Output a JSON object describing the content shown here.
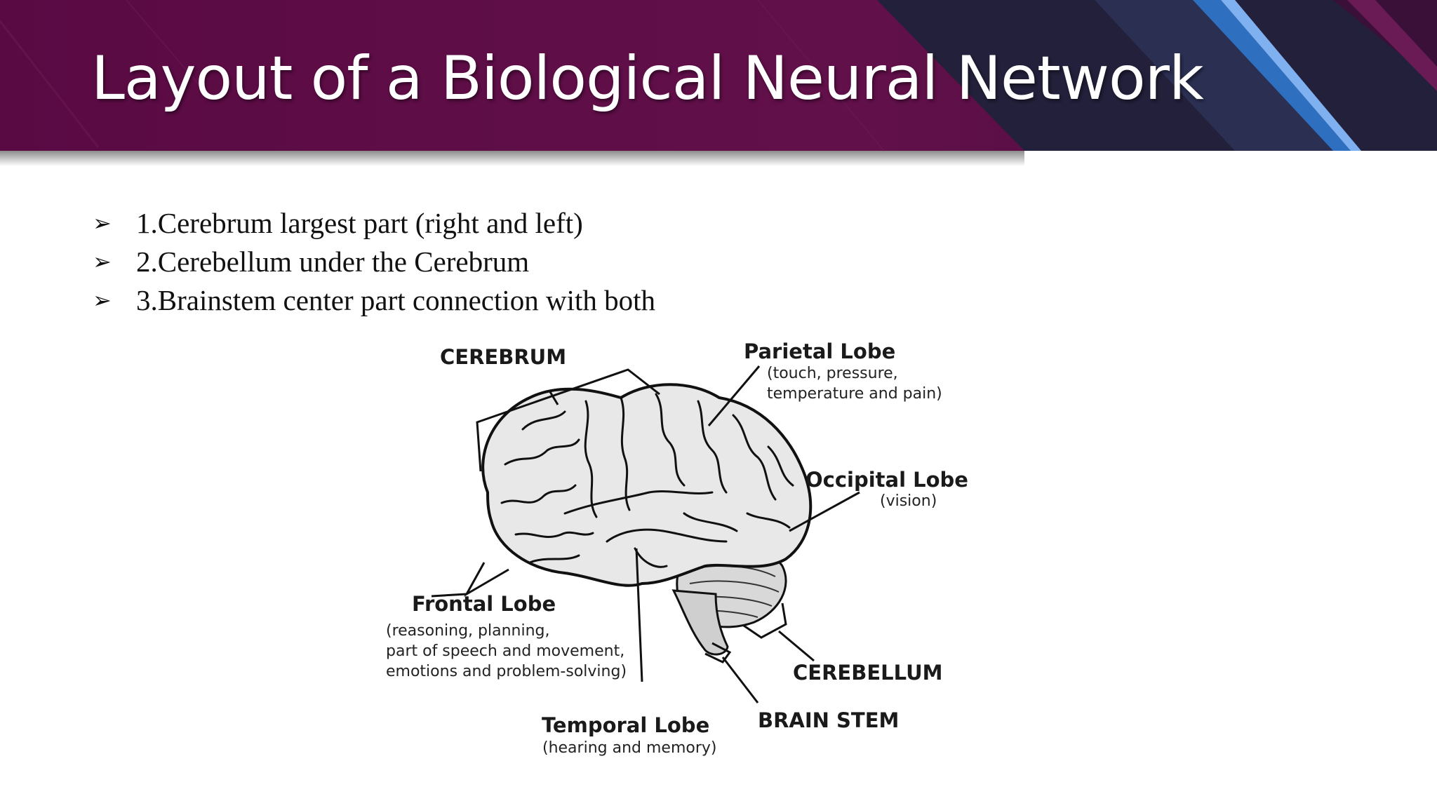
{
  "slide": {
    "title": "Layout of a Biological Neural Network",
    "colors": {
      "header": "#5e0b45",
      "accent_blue": "#2f6fc0",
      "dark": "#1c1a2e"
    },
    "bullet_icon": "arrowhead-bullet-icon",
    "bullet_glyph": "➢",
    "bullets": [
      "1.Cerebrum largest part (right and left)",
      "2.Cerebellum under the Cerebrum",
      "3.Brainstem center part connection with both"
    ]
  },
  "figure": {
    "labels": {
      "cerebrum": "CEREBRUM",
      "parietal": "Parietal Lobe",
      "parietal_desc_1": "(touch, pressure,",
      "parietal_desc_2": "temperature and pain)",
      "occipital": "Occipital Lobe",
      "occipital_desc": "(vision)",
      "frontal": "Frontal Lobe",
      "frontal_desc_1": "(reasoning, planning,",
      "frontal_desc_2": "part of speech and movement,",
      "frontal_desc_3": "emotions and problem-solving)",
      "temporal": "Temporal Lobe",
      "temporal_desc": "(hearing and memory)",
      "cerebellum": "CEREBELLUM",
      "brain_stem": "BRAIN STEM"
    }
  }
}
